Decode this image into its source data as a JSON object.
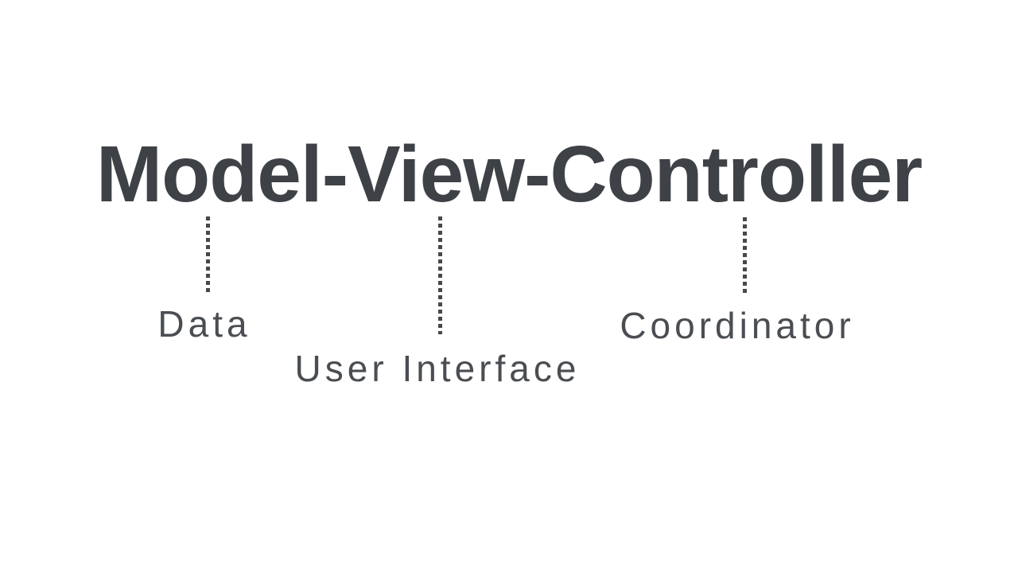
{
  "slide": {
    "title": "Model-View-Controller",
    "mappings": [
      {
        "component": "Model",
        "meaning": "Data"
      },
      {
        "component": "View",
        "meaning": "User Interface"
      },
      {
        "component": "Controller",
        "meaning": "Coordinator"
      }
    ],
    "colors": {
      "background": "#ffffff",
      "title_text": "#3e4247",
      "label_text": "#4a4e52",
      "connector_dots": "#45494d"
    }
  }
}
